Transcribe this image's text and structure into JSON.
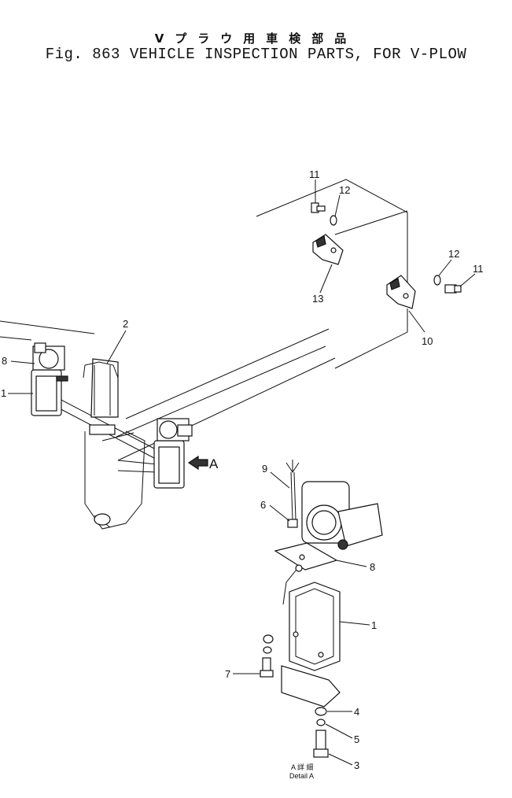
{
  "title": {
    "japanese": "Vプラウ用車検部品",
    "english": "Fig. 863 VEHICLE INSPECTION PARTS, FOR V-PLOW"
  },
  "callouts": {
    "c11a": "11",
    "c12a": "12",
    "c13": "13",
    "c12b": "12",
    "c11b": "11",
    "c10": "10",
    "c2": "2",
    "c8a": "8",
    "c1a": "1",
    "cA": "A",
    "c9": "9",
    "c6": "6",
    "c8b": "8",
    "c1b": "1",
    "c7": "7",
    "c4": "4",
    "c5": "5",
    "c3": "3"
  },
  "detail": {
    "jp": "A 詳 細",
    "en": "Detail A"
  }
}
